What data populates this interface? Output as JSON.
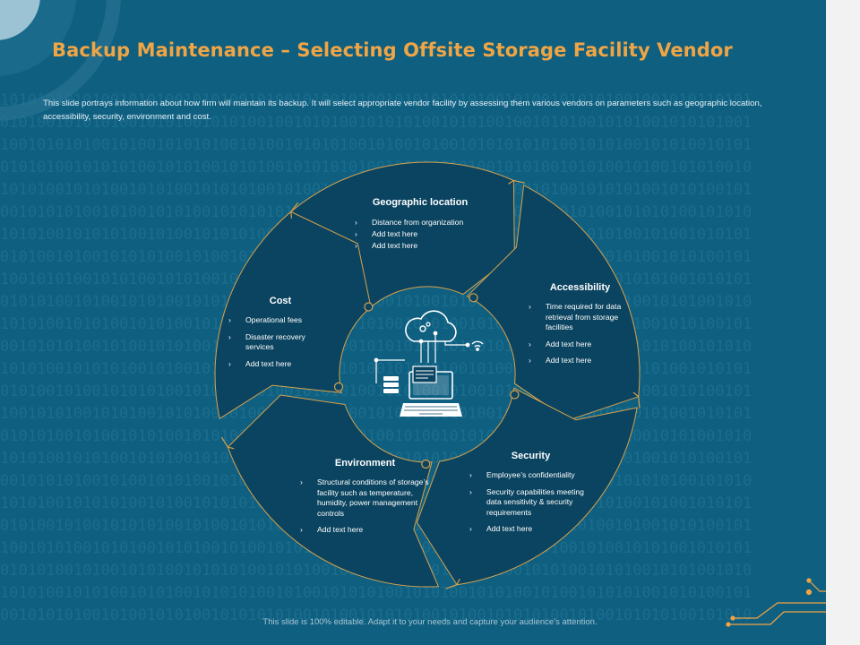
{
  "title": "Backup Maintenance – Selecting Offsite Storage Facility Vendor",
  "description": "This slide portrays information about how firm will maintain its backup. It will select appropriate vendor facility by assessing them various vendors on parameters such as geographic location, accessibility, security, environment and cost.",
  "footer": "This slide is 100% editable. Adapt it to your needs and capture your audience’s attention.",
  "segments": {
    "geographic": {
      "title": "Geographic location",
      "points": [
        "Distance from organization",
        "Add text here",
        "Add text here"
      ]
    },
    "accessibility": {
      "title": "Accessibility",
      "points": [
        "Time required for data retrieval from storage facilities",
        "Add text here",
        "Add text here"
      ]
    },
    "security": {
      "title": "Security",
      "points": [
        "Employee’s confidentiality",
        "Security capabilities meeting data sensitivity & security requirements",
        "Add text here"
      ]
    },
    "environment": {
      "title": "Environment",
      "points": [
        "Structural conditions of storage’s facility such as temperature, humidity, power management controls",
        "Add text here"
      ]
    },
    "cost": {
      "title": "Cost",
      "points": [
        "Operational fees",
        "Disaster recovery services",
        "Add text here"
      ]
    }
  },
  "colors": {
    "background": "#0f5f80",
    "segment_fill": "#0b4460",
    "accent_orange": "#f0a545",
    "connector": "#d9a24c"
  },
  "icons": [
    "cloud-gear-icon",
    "server-icon",
    "laptop-icon",
    "wifi-icon"
  ]
}
